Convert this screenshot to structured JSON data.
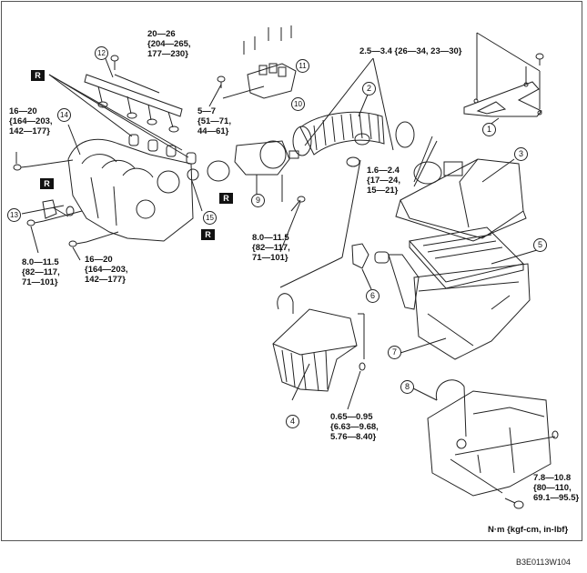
{
  "diagram": {
    "title": "Intake-air system exploded view",
    "units_note": "N·m {kgf-cm, in-lbf}",
    "figure_code": "B3E0113W104",
    "replace_badge": "R",
    "part_numbers": [
      "1",
      "2",
      "3",
      "4",
      "5",
      "6",
      "7",
      "8",
      "9",
      "10",
      "11",
      "12",
      "13",
      "14",
      "15"
    ],
    "torque_specs": [
      {
        "id": "t1",
        "lines": [
          "20—26",
          "{204—265,",
          "177—230}"
        ]
      },
      {
        "id": "t2",
        "lines": [
          "16—20",
          "{164—203,",
          "142—177}"
        ]
      },
      {
        "id": "t3",
        "lines": [
          "5—7",
          "{51—71,",
          "44—61}"
        ]
      },
      {
        "id": "t4",
        "lines": [
          "2.5—3.4 {26—34, 23—30}"
        ]
      },
      {
        "id": "t5",
        "lines": [
          "1.6—2.4",
          "{17—24,",
          "15—21}"
        ]
      },
      {
        "id": "t6",
        "lines": [
          "8.0—11.5",
          "{82—117,",
          "71—101}"
        ]
      },
      {
        "id": "t7",
        "lines": [
          "8.0—11.5",
          "{82—117,",
          "71—101}"
        ]
      },
      {
        "id": "t8",
        "lines": [
          "16—20",
          "{164—203,",
          "142—177}"
        ]
      },
      {
        "id": "t9",
        "lines": [
          "0.65—0.95",
          "{6.63—9.68,",
          "5.76—8.40}"
        ]
      },
      {
        "id": "t10",
        "lines": [
          "7.8—10.8",
          "{80—110,",
          "69.1—95.5}"
        ]
      }
    ]
  }
}
